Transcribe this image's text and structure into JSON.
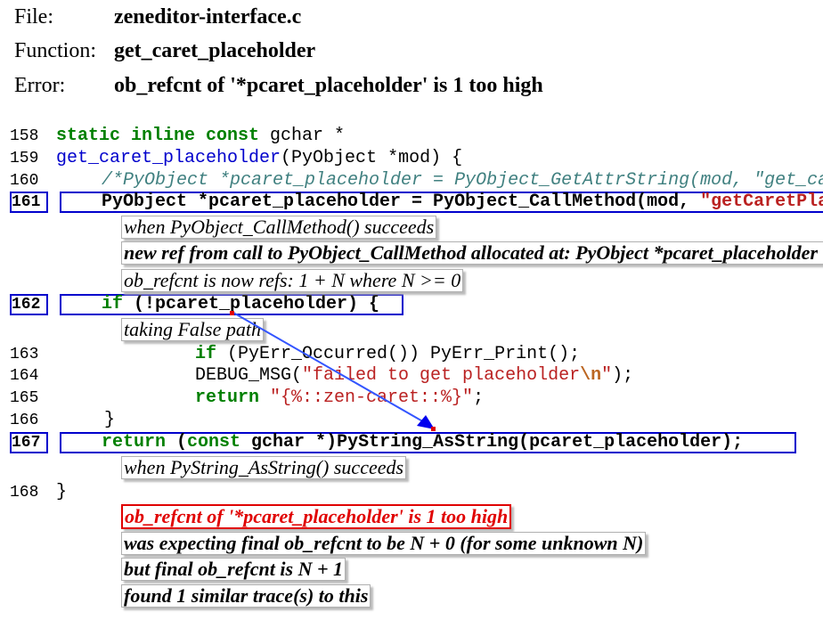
{
  "header": {
    "file_label": "File:",
    "file_value": "zeneditor-interface.c",
    "function_label": "Function:",
    "function_value": "get_caret_placeholder",
    "error_label": "Error:",
    "error_value": "ob_refcnt of '*pcaret_placeholder' is 1 too high"
  },
  "lines": {
    "n158": "158",
    "n159": "159",
    "n160": "160",
    "n161": "161",
    "n162": "162",
    "n163": "163",
    "n164": "164",
    "n165": "165",
    "n166": "166",
    "n167": "167",
    "n168": "168"
  },
  "code": {
    "l158_kw": "static inline const",
    "l158_rest": " gchar *",
    "l159_fn": "get_caret_placeholder",
    "l159_rest": "(PyObject *mod) {",
    "l160_comment": "/*PyObject *pcaret_placeholder = PyObject_GetAttrString(mod, \"get_caret_placeholder\");*/",
    "l161_a": "PyObject *pcaret_placeholder = PyObject_CallMethod(mod, ",
    "l161_str": "\"getCaretPlaceholder\"",
    "l162_kw": "if",
    "l162_rest": " (!pcaret_placeholder) {",
    "l163_kw": "if",
    "l163_rest": " (PyErr_Occurred()) PyErr_Print();",
    "l164_a": "DEBUG_MSG(",
    "l164_str": "\"failed to get placeholder",
    "l164_esc": "\\n",
    "l164_str2": "\"",
    "l164_end": ");",
    "l165_kw": "return",
    "l165_str": " \"{%::zen-caret::%}\"",
    "l165_end": ";",
    "l166": "}",
    "l167_kw": "return",
    "l167_a": " (",
    "l167_kw2": "const",
    "l167_rest": " gchar *)PyString_AsString(pcaret_placeholder);",
    "l168": "}"
  },
  "notes": {
    "n1": "when PyObject_CallMethod() succeeds",
    "n2": "new ref from call to PyObject_CallMethod allocated at:   PyObject *pcaret_placeholder = PyObject_CallMethod(mod, \"getCaretPlaceholder\", NULL);",
    "n3": "ob_refcnt is now refs: 1 + N where N >= 0",
    "n4": "taking False path",
    "n5": "when PyString_AsString() succeeds",
    "n6": "ob_refcnt of '*pcaret_placeholder' is 1 too high",
    "n7": "was expecting final ob_refcnt to be N + 0 (for some unknown N)",
    "n8": "but final ob_refcnt is N + 1",
    "n9": "found 1 similar trace(s) to this"
  },
  "colors": {
    "keyword": "#008000",
    "function_name": "#0000cc",
    "comment": "#408080",
    "string": "#ba2121",
    "highlight_box": "#0000cc",
    "error": "#e00000"
  }
}
